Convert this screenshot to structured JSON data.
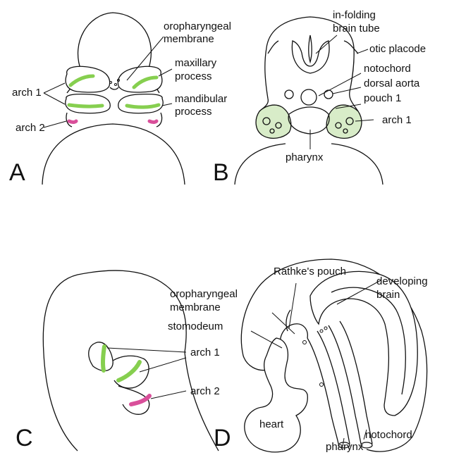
{
  "colors": {
    "first_arch": "#86cf4f",
    "second_arch": "#d94f9a",
    "arch_fill": "#d8ecc8",
    "line": "#111111",
    "background": "#ffffff"
  },
  "panels": {
    "a": {
      "letter": "A",
      "labels": {
        "oropharyngeal_membrane_1": "oropharyngeal",
        "oropharyngeal_membrane_2": "membrane",
        "maxillary_1": "maxillary",
        "maxillary_2": "process",
        "mandibular_1": "mandibular",
        "mandibular_2": "process",
        "arch1": "arch 1",
        "arch2": "arch 2"
      }
    },
    "b": {
      "letter": "B",
      "labels": {
        "infolding_1": "in-folding",
        "infolding_2": "brain tube",
        "otic_placode": "otic placode",
        "notochord": "notochord",
        "dorsal_aorta": "dorsal aorta",
        "pouch1": "pouch 1",
        "arch1": "arch 1",
        "pharynx": "pharynx"
      }
    },
    "c": {
      "letter": "C",
      "labels": {
        "arch1": "arch 1",
        "arch2": "arch 2"
      }
    },
    "d": {
      "letter": "D",
      "labels": {
        "rathkes_pouch": "Rathke's pouch",
        "oropharyngeal_1": "oropharyngeal",
        "oropharyngeal_2": "membrane",
        "developing_1": "developing",
        "developing_2": "brain",
        "stomodeum": "stomodeum",
        "heart": "heart",
        "notochord": "notochord",
        "pharynx": "pharynx"
      }
    }
  }
}
